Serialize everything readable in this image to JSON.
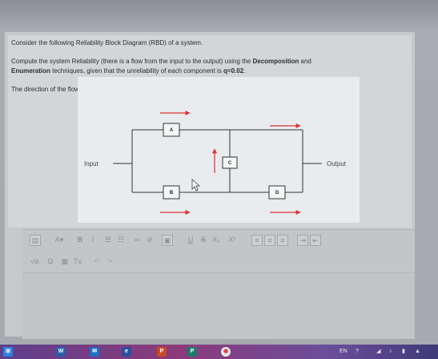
{
  "question": {
    "line1": "Consider the following Reliability Block Diagram (RBD) of a system.",
    "line2_text": "Compute the system Reliability (there is a flow from the input to the output) using the ",
    "line2_bold": "Decomposition",
    "line2_tail": " and",
    "line3_bold": "Enumeration",
    "line3_text": " techniques, given that the unreliability of each component is ",
    "line3_value": "q=0.02",
    "line3_end": ".",
    "line4": "The direction of the flow is indicated with arrows in the RBD. Show your steps clearly."
  },
  "diagram": {
    "input_label": "Input",
    "output_label": "Output",
    "blocks": {
      "a": "A",
      "b": "B",
      "c": "C",
      "d": "D"
    },
    "arrow_color": "#e03030"
  },
  "toolbar": {
    "font_color": "A",
    "bold": "B",
    "italic": "I",
    "underline": "U",
    "strike": "S",
    "subscript": "X₂",
    "superscript": "X²",
    "omega": "Ω",
    "sqrt": "√α",
    "clear_format": "Tx"
  },
  "taskbar": {
    "lang": "EN",
    "icons": [
      "windows-icon",
      "word-icon",
      "outlook-icon",
      "powerpoint-icon",
      "publisher-icon",
      "chrome-icon"
    ],
    "labels": {
      "word": "W",
      "powerpoint": "P",
      "publisher": "P"
    }
  }
}
